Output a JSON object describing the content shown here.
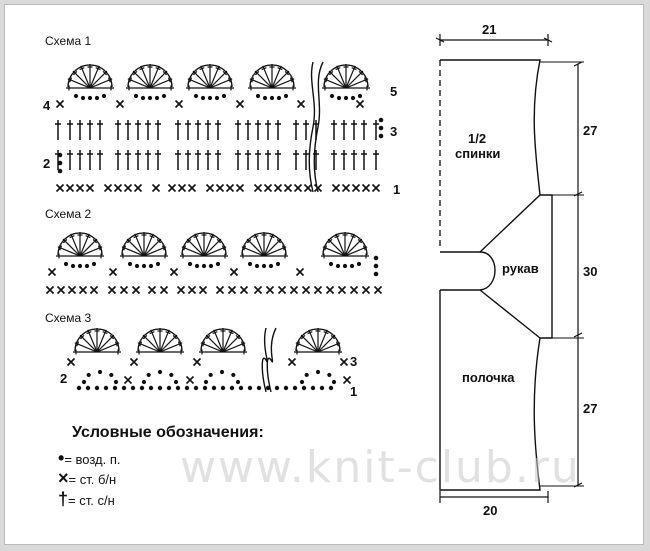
{
  "schemes": [
    {
      "title": "Схема 1",
      "row_labels": [
        "1",
        "2",
        "3",
        "4",
        "5"
      ]
    },
    {
      "title": "Схема 2"
    },
    {
      "title": "Схема 3",
      "row_labels": [
        "1",
        "2",
        "3"
      ]
    }
  ],
  "legend": {
    "title": "Условные обозначения:",
    "items": [
      {
        "symbol": "•",
        "text": "= возд. п."
      },
      {
        "symbol": "×",
        "text": "= ст. б/н"
      },
      {
        "symbol": "†",
        "text": "= ст. с/н"
      }
    ]
  },
  "pattern": {
    "top_width": "21",
    "bottom_width": "20",
    "heights": [
      "27",
      "30",
      "27"
    ],
    "labels": {
      "back": "1/2\nспинки",
      "sleeve": "рукав",
      "front": "полочка"
    }
  },
  "watermark": "www.knit-club.ru"
}
